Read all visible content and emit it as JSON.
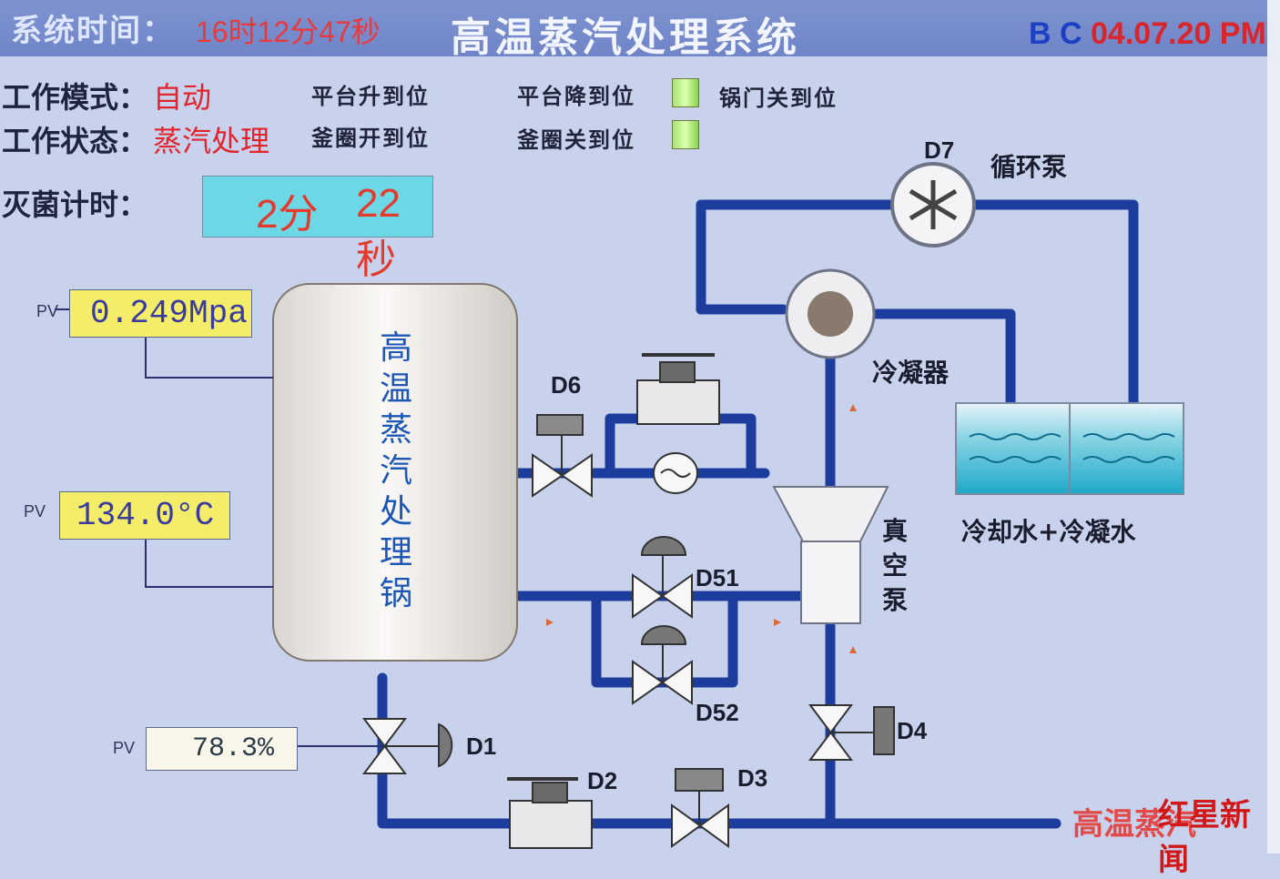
{
  "header": {
    "time_label": "系统时间：",
    "time_value": "16时12分47秒",
    "title": "高温蒸汽处理系统",
    "date_prefix": "B C",
    "date_value": "04.07.20 PM"
  },
  "status": {
    "mode_label": "工作模式：",
    "mode_value": "自动",
    "state_label": "工作状态：",
    "state_value": "蒸汽处理",
    "platform_up": "平台升到位",
    "platform_down": "平台降到位",
    "door_closed": "锅门关到位",
    "ring_open": "釜圈开到位",
    "ring_closed": "釜圈关到位"
  },
  "timer": {
    "label": "灭菌计时：",
    "minutes": "2分",
    "seconds": "22秒"
  },
  "readings": {
    "pressure": {
      "label": "PV",
      "value": "0.249Mpa"
    },
    "temperature": {
      "label": "PV",
      "value": "134.0°C"
    },
    "percent": {
      "label": "PV",
      "value": "78.3%"
    }
  },
  "process": {
    "tank_label": "高温蒸汽处理锅",
    "d7": "D7",
    "pump_label": "循环泵",
    "condenser_label": "冷凝器",
    "d6": "D6",
    "water_label": "冷却水+冷凝水",
    "vacuum_label": "真空泵",
    "d51": "D51",
    "d52": "D52",
    "d1": "D1",
    "d2": "D2",
    "d3": "D3",
    "d4": "D4"
  },
  "watermark": {
    "text": "高温蒸汽",
    "logo": "红星新闻"
  },
  "colors": {
    "background": "#c9d2ec",
    "header": "#7486ca",
    "pipe": "#1d3d9e",
    "value_red": "#e1242c",
    "pv_box": "#f4ed69",
    "timer_box": "#6cd7e5",
    "indicator_green": "#a7e36d"
  }
}
